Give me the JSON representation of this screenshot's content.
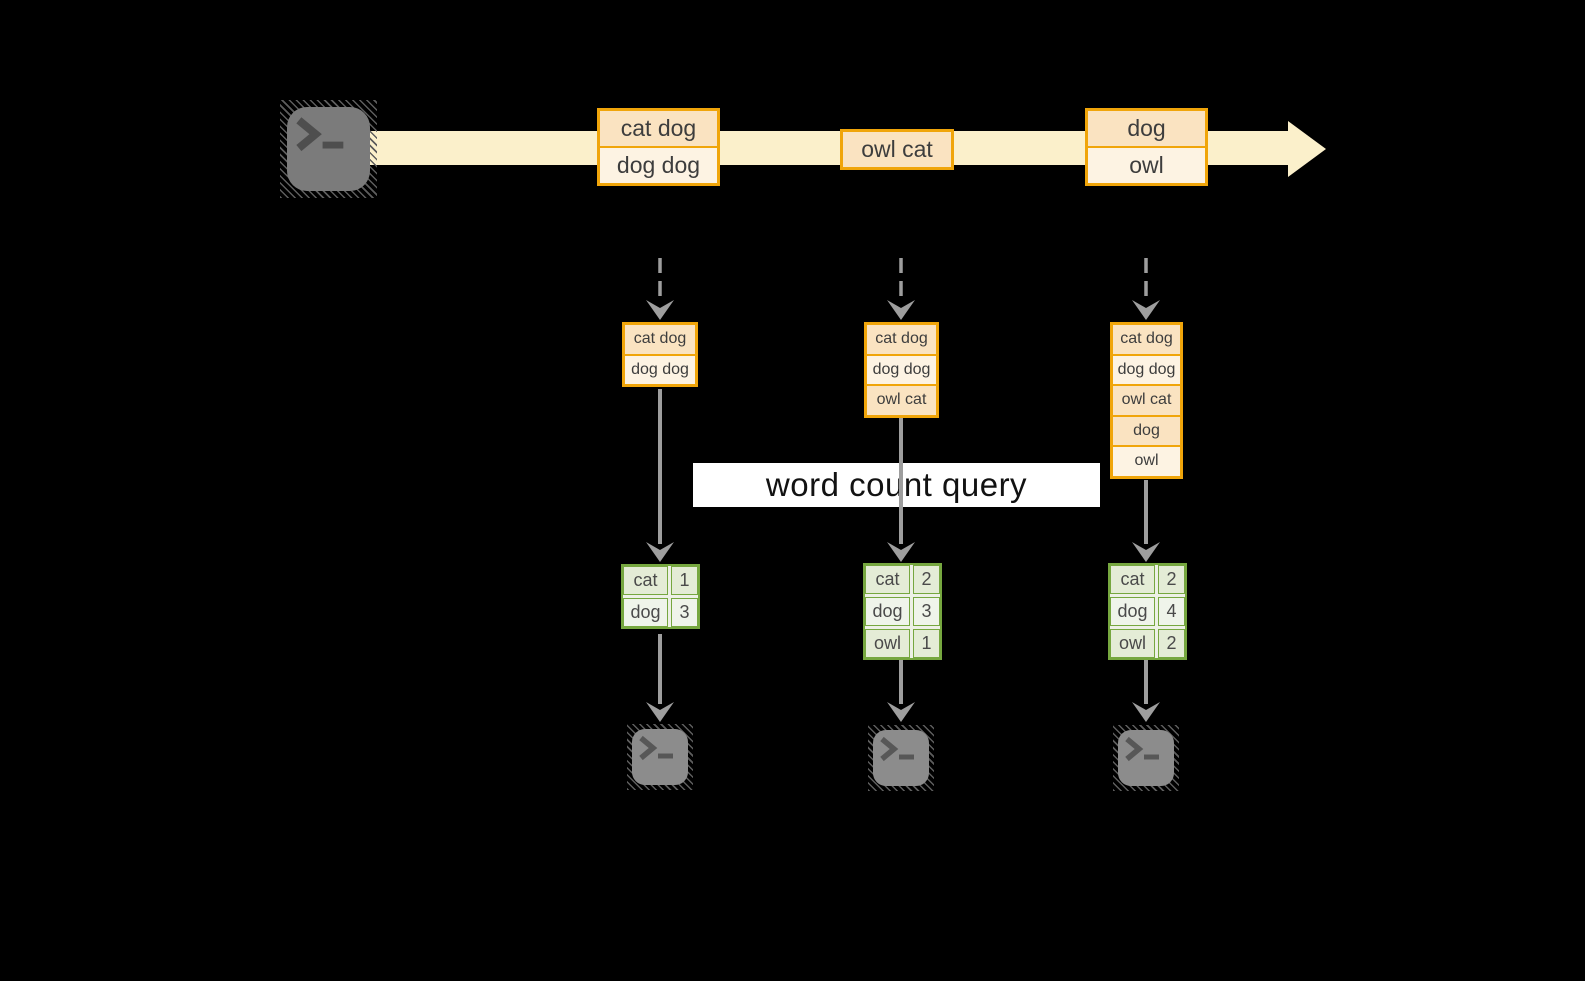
{
  "query_label": "word count query",
  "stream": {
    "source_icon": "terminal-icon",
    "events": [
      [
        "cat dog",
        "dog dog"
      ],
      [
        "owl cat"
      ],
      [
        "dog",
        "owl"
      ]
    ]
  },
  "columns": [
    {
      "state_cells": [
        "cat dog",
        "dog dog"
      ],
      "counts": [
        {
          "word": "cat",
          "count": "1"
        },
        {
          "word": "dog",
          "count": "3"
        }
      ],
      "sink_icon": "terminal-icon"
    },
    {
      "state_cells": [
        "cat dog",
        "dog dog",
        "owl cat"
      ],
      "counts": [
        {
          "word": "cat",
          "count": "2"
        },
        {
          "word": "dog",
          "count": "3"
        },
        {
          "word": "owl",
          "count": "1"
        }
      ],
      "sink_icon": "terminal-icon"
    },
    {
      "state_cells": [
        "cat dog",
        "dog dog",
        "owl cat",
        "dog",
        "owl"
      ],
      "counts": [
        {
          "word": "cat",
          "count": "2"
        },
        {
          "word": "dog",
          "count": "4"
        },
        {
          "word": "owl",
          "count": "2"
        }
      ],
      "sink_icon": "terminal-icon"
    }
  ],
  "colors": {
    "background": "#000000",
    "stream_band": "#fbf0cb",
    "event_border": "#f0a50a",
    "event_fill": "#fae3c1",
    "event_fill_alt": "#fdf3e3",
    "count_border": "#76a73f",
    "count_fill": "#e4ecd6",
    "count_fill_alt": "#eff4ea",
    "arrow": "#9e9e9e",
    "terminal": "#7b7b7b",
    "terminal_alt": "#8c8c8c",
    "query_label_bg": "#ffffff",
    "text": "#3d3d3d"
  }
}
